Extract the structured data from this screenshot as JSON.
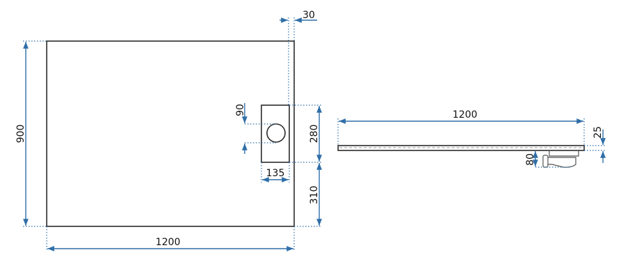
{
  "plan_view": {
    "width_label": "1200",
    "depth_label": "900",
    "edge_offset_label": "30",
    "drain_diameter_label": "90",
    "drain_height_label": "280",
    "drain_bottom_offset_label": "310",
    "drain_width_label": "135"
  },
  "side_view": {
    "length_label": "1200",
    "thickness_label": "25",
    "siphon_height_label": "80"
  },
  "colors": {
    "dimension": "#2f6ea8",
    "outline": "#2b2b2b"
  }
}
